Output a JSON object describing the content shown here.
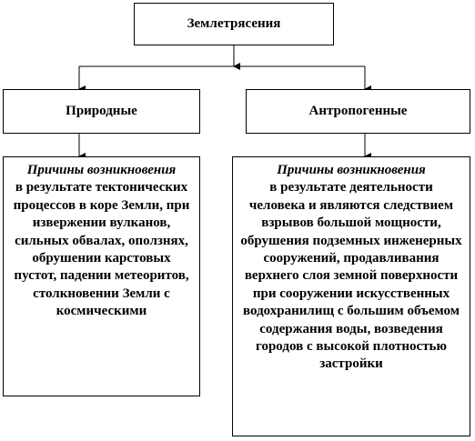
{
  "diagram": {
    "root": {
      "label": "Землетрясения"
    },
    "left": {
      "label": "Природные",
      "heading": "Причины возникновения",
      "description": "в результате тектонических процессов в коре Земли, при извержении вулканов, сильных обвалах, оползнях, обрушении карстовых пустот, падении метеоритов, столкновении Земли с космическими"
    },
    "right": {
      "label": "Антропогенные",
      "heading": "Причины возникновения",
      "description": "в результате деятельности человека и являются следствием взрывов большой мощности, обрушения подземных инженерных сооружений, продавливания верхнего слоя земной поверхности при сооружении искусственных водохранилищ с большим объемом содержания воды, возведения городов с высокой плотностью застройки"
    }
  }
}
